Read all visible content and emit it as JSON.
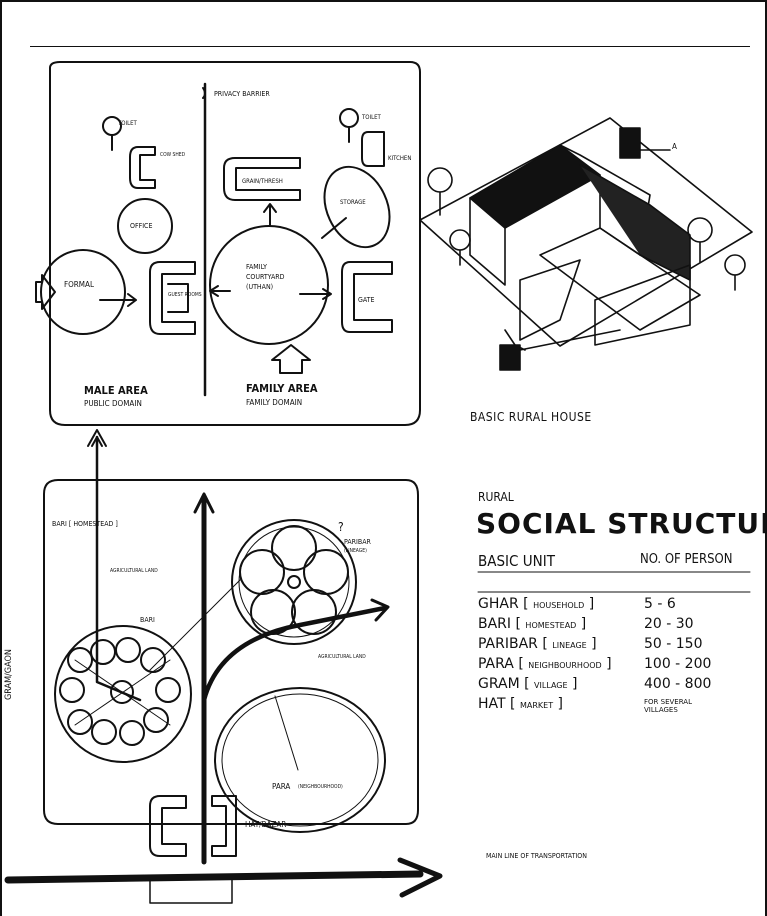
{
  "top_diagram": {
    "labels": {
      "privacy_barrier": "PRIVACY BARRIER",
      "toilet_left": "TOILET",
      "toilet_right": "TOILET",
      "cow_shed": "COW SHED",
      "kitchen": "KITCHEN",
      "grain_thresh": "GRAIN/THRESH",
      "storage_left": "OFFICE",
      "storage_right": "STORAGE",
      "formal": "FORMAL",
      "guest_rooms": "GUEST ROOMS",
      "family_courtyard": "FAMILY\nCOURTYARD\n(UTHAN)",
      "gate": "GATE",
      "male_area": "MALE AREA",
      "public_domain": "PUBLIC DOMAIN",
      "family_area": "FAMILY AREA",
      "family_domain": "FAMILY DOMAIN"
    }
  },
  "house_sketch": {
    "caption": "BASIC RURAL HOUSE",
    "labels": {
      "road_mark": "A"
    }
  },
  "bottom_diagram": {
    "labels": {
      "bari_homestead": "BARI [ HOMESTEAD ]",
      "agricultural_land_top": "AGRICULTURAL LAND",
      "agricultural_land_right": "AGRICULTURAL LAND",
      "gram_gaon": "GRAM/GAON",
      "bari_small": "BARI",
      "paribar": "PARIBAR",
      "paribar_sub": "(LINEAGE)",
      "question_mark": "?",
      "para": "PARA",
      "para_sub": "(NEIGHBOURHOOD)",
      "hat_bazar": "HAT/BAZAR",
      "main_line": "MAIN LINE OF TRANSPORTATION"
    }
  },
  "social_structure": {
    "kicker": "RURAL",
    "title": "SOCIAL STRUCTURE",
    "col_unit": "BASIC UNIT",
    "col_persons": "NO. OF PERSON",
    "rows": [
      {
        "unit": "GHAR",
        "qualifier": "HOUSEHOLD",
        "persons": "5 - 6"
      },
      {
        "unit": "BARI",
        "qualifier": "HOMESTEAD",
        "persons": "20 - 30"
      },
      {
        "unit": "PARIBAR",
        "qualifier": "LINEAGE",
        "persons": "50 - 150"
      },
      {
        "unit": "PARA",
        "qualifier": "NEIGHBOURHOOD",
        "persons": "100 - 200"
      },
      {
        "unit": "GRAM",
        "qualifier": "VILLAGE",
        "persons": "400 - 800"
      },
      {
        "unit": "HAT",
        "qualifier": "MARKET",
        "persons": "FOR SEVERAL VILLAGES"
      }
    ]
  }
}
